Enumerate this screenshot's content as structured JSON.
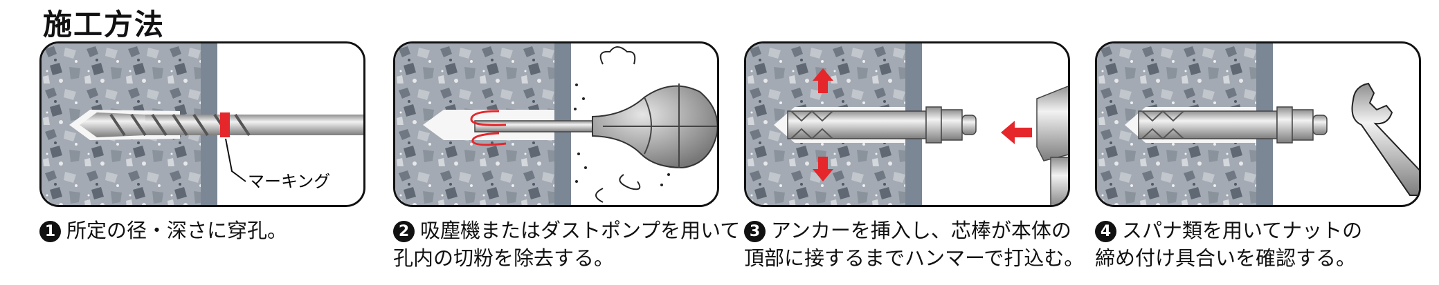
{
  "title": "施工方法",
  "steps": [
    {
      "num": "1",
      "caption_lines": [
        "所定の径・深さに穿孔。"
      ],
      "label": "マーキング"
    },
    {
      "num": "2",
      "caption_lines": [
        "吸塵機またはダストポンプを用いて",
        "孔内の切粉を除去する。"
      ]
    },
    {
      "num": "3",
      "caption_lines": [
        "アンカーを挿入し、芯棒が本体の",
        "頂部に接するまでハンマーで打込む。"
      ]
    },
    {
      "num": "4",
      "caption_lines": [
        "スパナ類を用いてナットの",
        "締め付け具合いを確認する。"
      ]
    }
  ],
  "colors": {
    "concrete": "#9da4ad",
    "wall": "#7b8794",
    "steel": "#c9c9c9",
    "arrow": "#e5262b",
    "marking": "#e5262b"
  }
}
